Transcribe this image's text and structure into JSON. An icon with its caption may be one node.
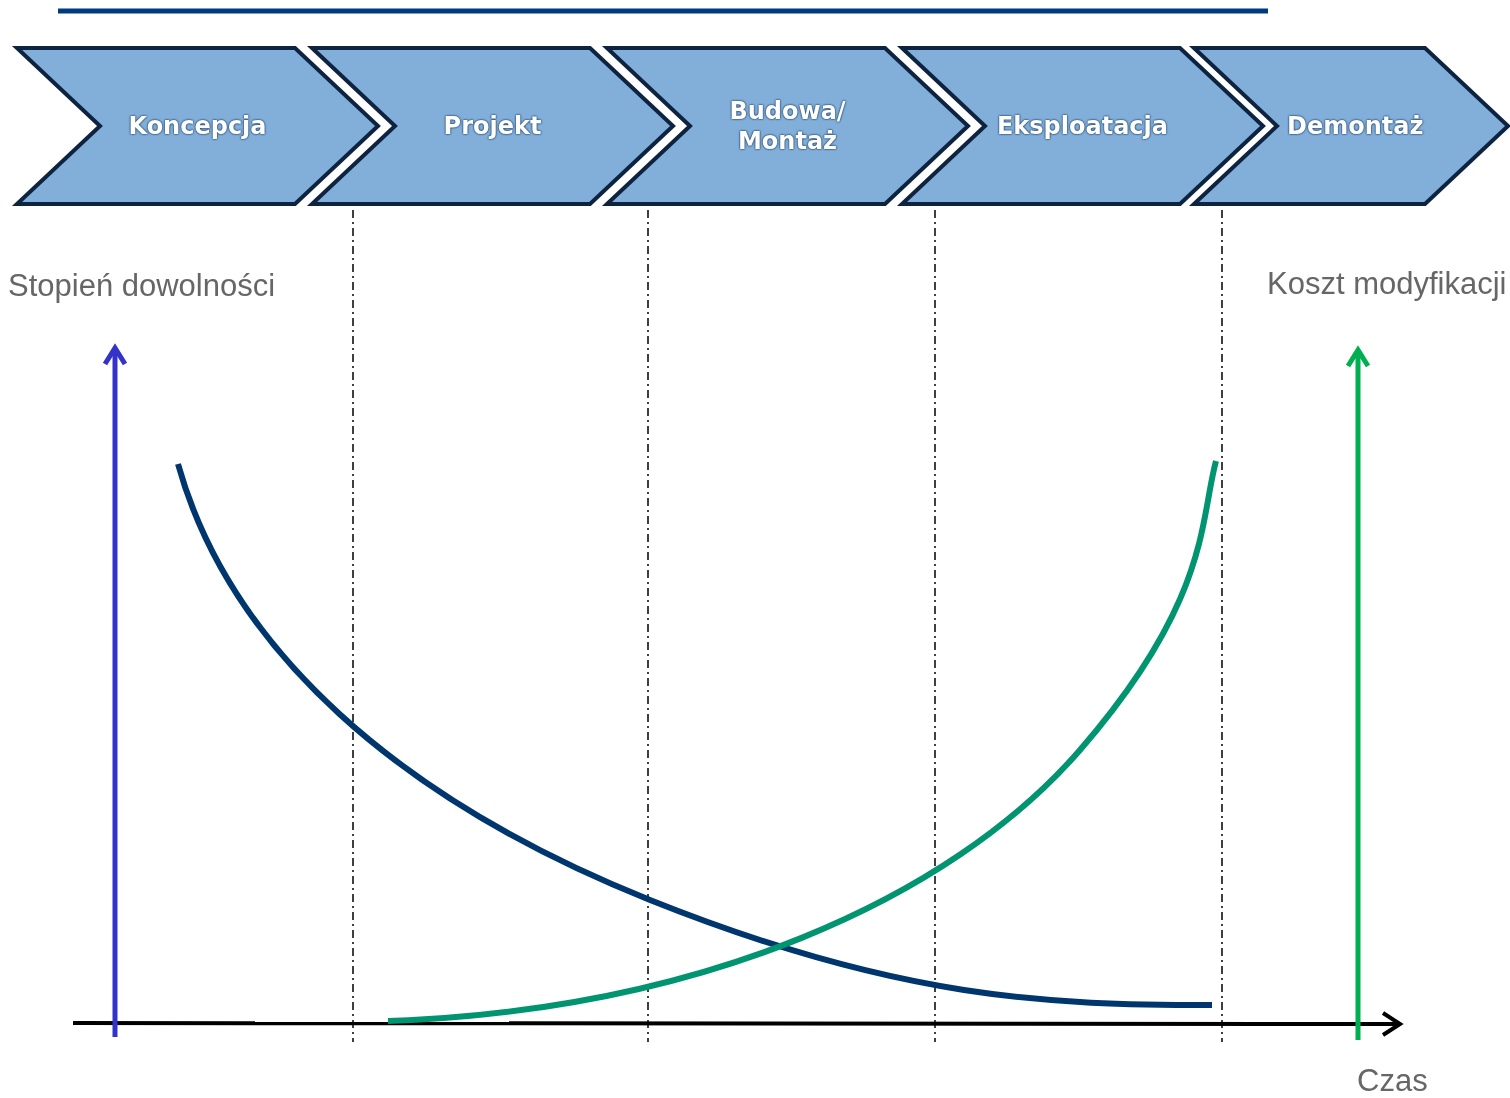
{
  "diagram": {
    "nodes": [
      {
        "text": [
          "Koncepcja"
        ]
      },
      {
        "text": [
          "Projekt"
        ]
      },
      {
        "text": [
          "Budowa/ Montaż"
        ]
      },
      {
        "text": [
          "Eksploatacja"
        ]
      },
      {
        "text": [
          "Demontaż"
        ]
      }
    ],
    "labels": [
      "Stopień dowolności",
      "Koszt modyfikacji",
      "Czas"
    ]
  }
}
